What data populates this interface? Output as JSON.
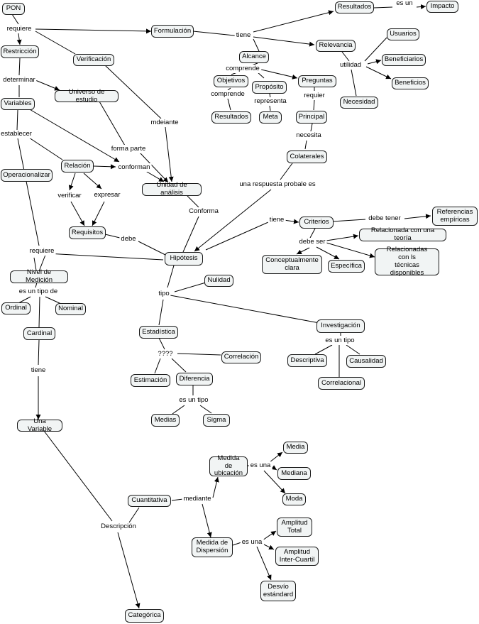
{
  "concepts": {
    "pon": "PON",
    "restriccion": "Restricción",
    "verificacion": "Verificación",
    "formulacion": "Formulación",
    "resultados_top": "Resultados",
    "impacto": "Impacto",
    "relevancia": "Relevancia",
    "usuarios": "Usuarios",
    "beneficiarios": "Beneficiarios",
    "beneficios": "Beneficios",
    "necesidad": "Necesidad",
    "alcance": "Alcance",
    "objetivos": "Objetivos",
    "proposito": "Propósito",
    "preguntas": "Preguntas",
    "resultados": "Resultados",
    "meta": "Meta",
    "principal": "Principal",
    "colaterales": "Colaterales",
    "variables": "Variables",
    "universo": "Universo de estudio",
    "relacion": "Relación",
    "operacionalizar": "Operacionalizar",
    "unidad": "Unidad de análisis",
    "requisitos": "Requisitos",
    "hipotesis": "Hipótesis",
    "criterios": "Criterios",
    "referencias": "Referencias\nempíricas",
    "rel_teoria": "Relacionada con una teoría",
    "rel_tecnicas": "Relacionadas\ncon ls\ntécnicas disponibles",
    "conceptualmente": "Conceptualmente\nclara",
    "especifica": "Específica",
    "nivel": "Nivel de Medición",
    "ordinal": "Ordinal",
    "nominal": "Nominal",
    "cardinal": "Cardinal",
    "nulidad": "Nulidad",
    "estadistica": "Estadística",
    "correlacion": "Correlación",
    "estimacion": "Estimación",
    "diferencia": "Diferencia",
    "medias": "Medias",
    "sigma": "Sigma",
    "investigacion": "Investigación",
    "descriptiva": "Descriptiva",
    "causalidad": "Causalidad",
    "correlacional": "Correlacional",
    "una_variable": "Una Variable",
    "cuantitativa": "Cuantitativa",
    "categorica": "Categórica",
    "medida_ubicacion": "Medida de\nubicación",
    "media": "Media",
    "mediana": "Mediana",
    "moda": "Moda",
    "medida_dispersion": "Medida de\nDispersión",
    "amplitud_total": "Amplitud\nTotal",
    "amplitud_ic": "Amplitud\nInter-Cuartil",
    "desvio": "Desvío\nestándard"
  },
  "links": {
    "requiere1": "requiere",
    "es_un1": "es un",
    "tiene1": "tiene",
    "utilidad": "utilidad",
    "determinar": "determinar",
    "comprende1": "comprende",
    "comprende2": "comprende",
    "representa": "representa",
    "requier": "requier",
    "mdeiante": "mdeiante",
    "necesita": "necesita",
    "establecer": "establecer",
    "forma_parte": "forma parte",
    "conforman": "conforman",
    "una_respuesta": "una respuesta probale es",
    "verificar": "verificar",
    "expresar": "expresar",
    "conforma": "Conforma",
    "tiene2": "tiene",
    "debe_tener": "debe tener",
    "debe": "debe",
    "debe_ser": "debe ser",
    "requiere2": "requiere",
    "es_un_tipo_de": "es un tipo de",
    "tipo": "tipo",
    "es_un_tipo1": "es un tipo",
    "qqqq": "????",
    "es_un_tipo2": "es un tipo",
    "tiene3": "tiene",
    "descripcion": "Descripción",
    "mediante": "mediante",
    "es_una1": "es una",
    "es_una2": "es una"
  }
}
